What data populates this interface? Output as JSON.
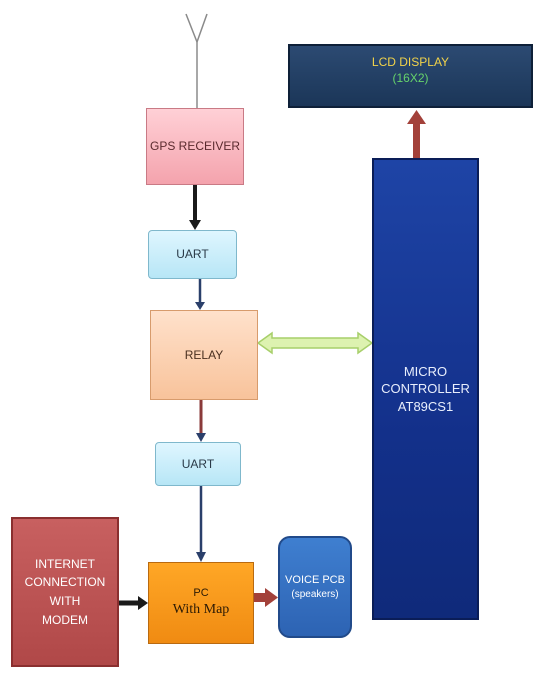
{
  "diagram": {
    "lcd_display": {
      "line1": "LCD DISPLAY",
      "line2": "(16X2)"
    },
    "gps_receiver": {
      "label": "GPS RECEIVER"
    },
    "uart_top": {
      "label": "UART"
    },
    "relay": {
      "label": "RELAY"
    },
    "uart_bottom": {
      "label": "UART"
    },
    "micro_controller": {
      "line1": "MICRO",
      "line2": "CONTROLLER",
      "line3": "AT89CS1"
    },
    "internet": {
      "line1": "INTERNET",
      "line2": "CONNECTION",
      "line3": "WITH",
      "line4": "MODEM"
    },
    "pc": {
      "line1": "PC",
      "line2": "With Map"
    },
    "voice_pcb": {
      "line1": "VOICE PCB",
      "line2": "(speakers)"
    }
  },
  "colors": {
    "arrow_dark": "#1a1a1a",
    "arrow_navy": "#2a3f6a",
    "arrow_red": "#a3413a",
    "bidirectional_fill": "#ddf2b0",
    "bidirectional_stroke": "#a7cf6a"
  }
}
